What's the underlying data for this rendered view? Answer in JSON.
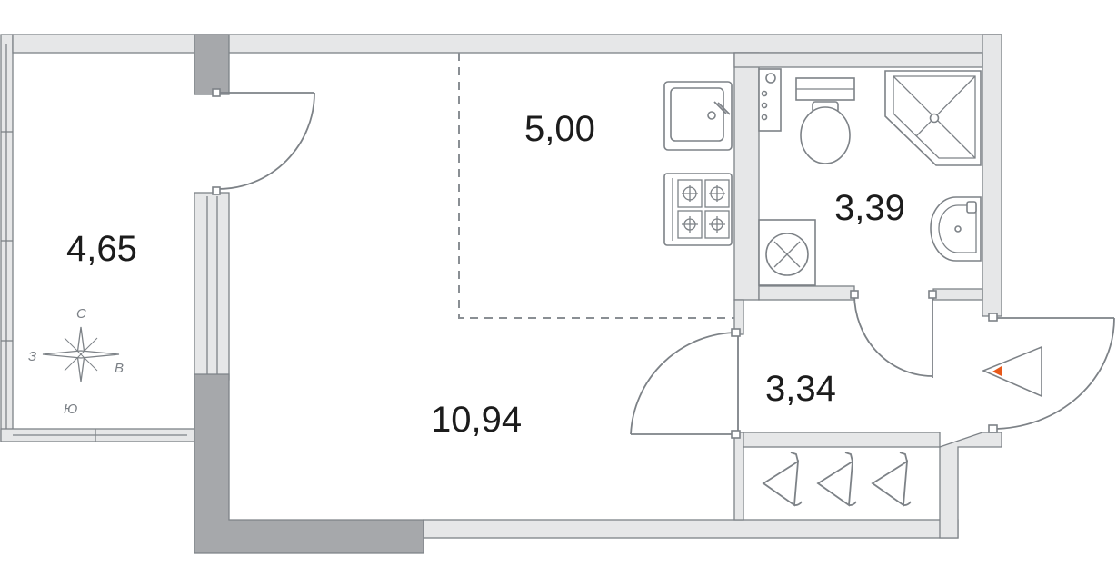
{
  "rooms": [
    {
      "id": "loggia",
      "area": "4,65"
    },
    {
      "id": "kitchen-zone",
      "area": "5,00"
    },
    {
      "id": "living-room",
      "area": "10,94"
    },
    {
      "id": "bathroom",
      "area": "3,39"
    },
    {
      "id": "hallway",
      "area": "3,34"
    }
  ],
  "compass": {
    "north": "С",
    "south": "Ю",
    "west": "З",
    "east": "В"
  },
  "colors": {
    "wall": "#e6e7e8",
    "wall_dark": "#a6a8ab",
    "line": "#7d8287",
    "entrance_marker": "#e8591a"
  },
  "icons": [
    "sink-icon",
    "stove-icon",
    "toilet-icon",
    "shower-icon",
    "washbasin-icon",
    "washing-machine-icon",
    "boiler-icon",
    "hanger-icon",
    "entrance-arrow-icon",
    "compass-icon"
  ]
}
